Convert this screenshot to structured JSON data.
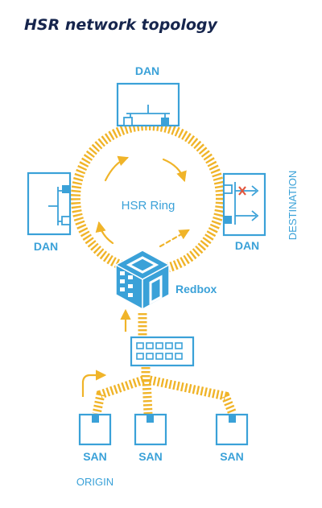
{
  "title": "HSR network topology",
  "nodes": {
    "top_dan": "DAN",
    "left_dan": "DAN",
    "right_dan": "DAN",
    "redbox": "Redbox",
    "san_1": "SAN",
    "san_2": "SAN",
    "san_3": "SAN"
  },
  "ring_label": "HSR Ring",
  "side_labels": {
    "destination": "DESTINATION",
    "origin": "ORIGIN"
  },
  "colors": {
    "accent_blue": "#3aa1d8",
    "signal_orange": "#f0b429",
    "title_navy": "#16254d",
    "blocked_red": "#e2553c"
  },
  "icons": [
    "switch-icon",
    "redbox-cube-icon",
    "blocked-x-icon",
    "arrow-icon"
  ]
}
